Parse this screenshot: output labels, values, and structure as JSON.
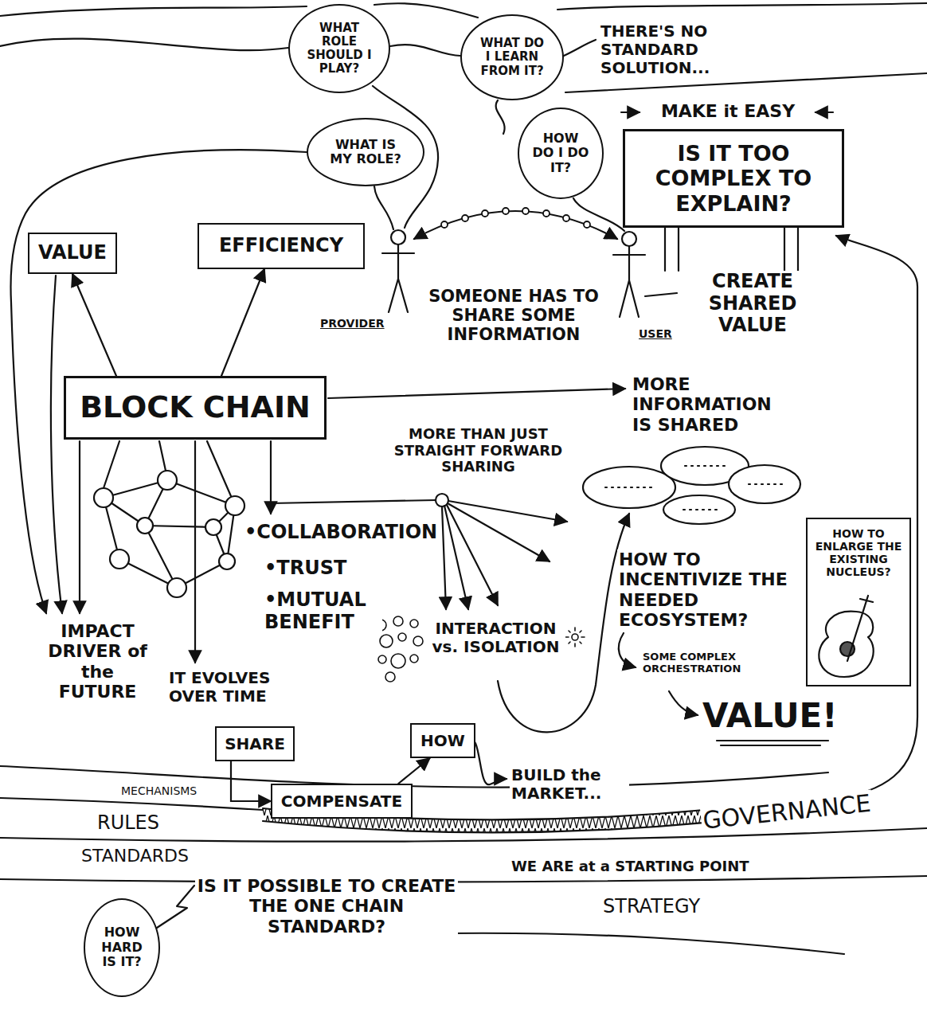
{
  "diagram": {
    "nodes": [
      {
        "text": [
          "WHAT ROLE SHOULD I PLAY?"
        ]
      },
      {
        "text": [
          "WHAT DO I LEARN FROM IT?"
        ]
      },
      {
        "text": [
          "WHAT IS MY ROLE?"
        ]
      },
      {
        "text": [
          "HOW DO I DO IT?"
        ]
      },
      {
        "text": [
          "IS IT TOO COMPLEX TO EXPLAIN?"
        ]
      },
      {
        "text": [
          "VALUE"
        ]
      },
      {
        "text": [
          "EFFICIENCY"
        ]
      },
      {
        "text": [
          "BLOCK CHAIN"
        ]
      },
      {
        "text": [
          "HOW TO ENLARGE THE EXISTING NUCLEUS?"
        ]
      },
      {
        "text": [
          "SHARE"
        ]
      },
      {
        "text": [
          "COMPENSATE"
        ]
      },
      {
        "text": [
          "HOW"
        ]
      },
      {
        "text": [
          "HOW HARD IS IT?"
        ]
      }
    ],
    "edges": [
      {
        "from": 7,
        "to": 5,
        "arrow": "to"
      },
      {
        "from": 7,
        "to": 6,
        "arrow": "to"
      },
      {
        "from": 9,
        "to": 10,
        "arrow": "to"
      },
      {
        "from": 10,
        "to": 11,
        "arrow": "to"
      }
    ],
    "labels": [
      "THERE'S NO STANDARD SOLUTION...",
      "MAKE it EASY",
      "PROVIDER",
      "SOMEONE HAS TO SHARE SOME INFORMATION",
      "USER",
      "CREATE SHARED VALUE",
      "MORE INFORMATION IS SHARED",
      "MORE THAN JUST STRAIGHT FORWARD SHARING",
      "•COLLABORATION",
      "•TRUST",
      "•MUTUAL BENEFIT",
      "INTERACTION vs. ISOLATION",
      "HOW TO INCENTIVIZE THE NEEDED ECOSYSTEM?",
      "SOME COMPLEX ORCHESTRATION",
      "VALUE!",
      "IMPACT DRIVER of the FUTURE",
      "IT EVOLVES OVER TIME",
      "BUILD the MARKET...",
      "MECHANISMS",
      "RULES",
      "GOVERNANCE",
      "STANDARDS",
      "WE ARE at a STARTING POINT",
      "STRATEGY",
      "IS IT POSSIBLE TO CREATE THE ONE CHAIN STANDARD?"
    ]
  }
}
